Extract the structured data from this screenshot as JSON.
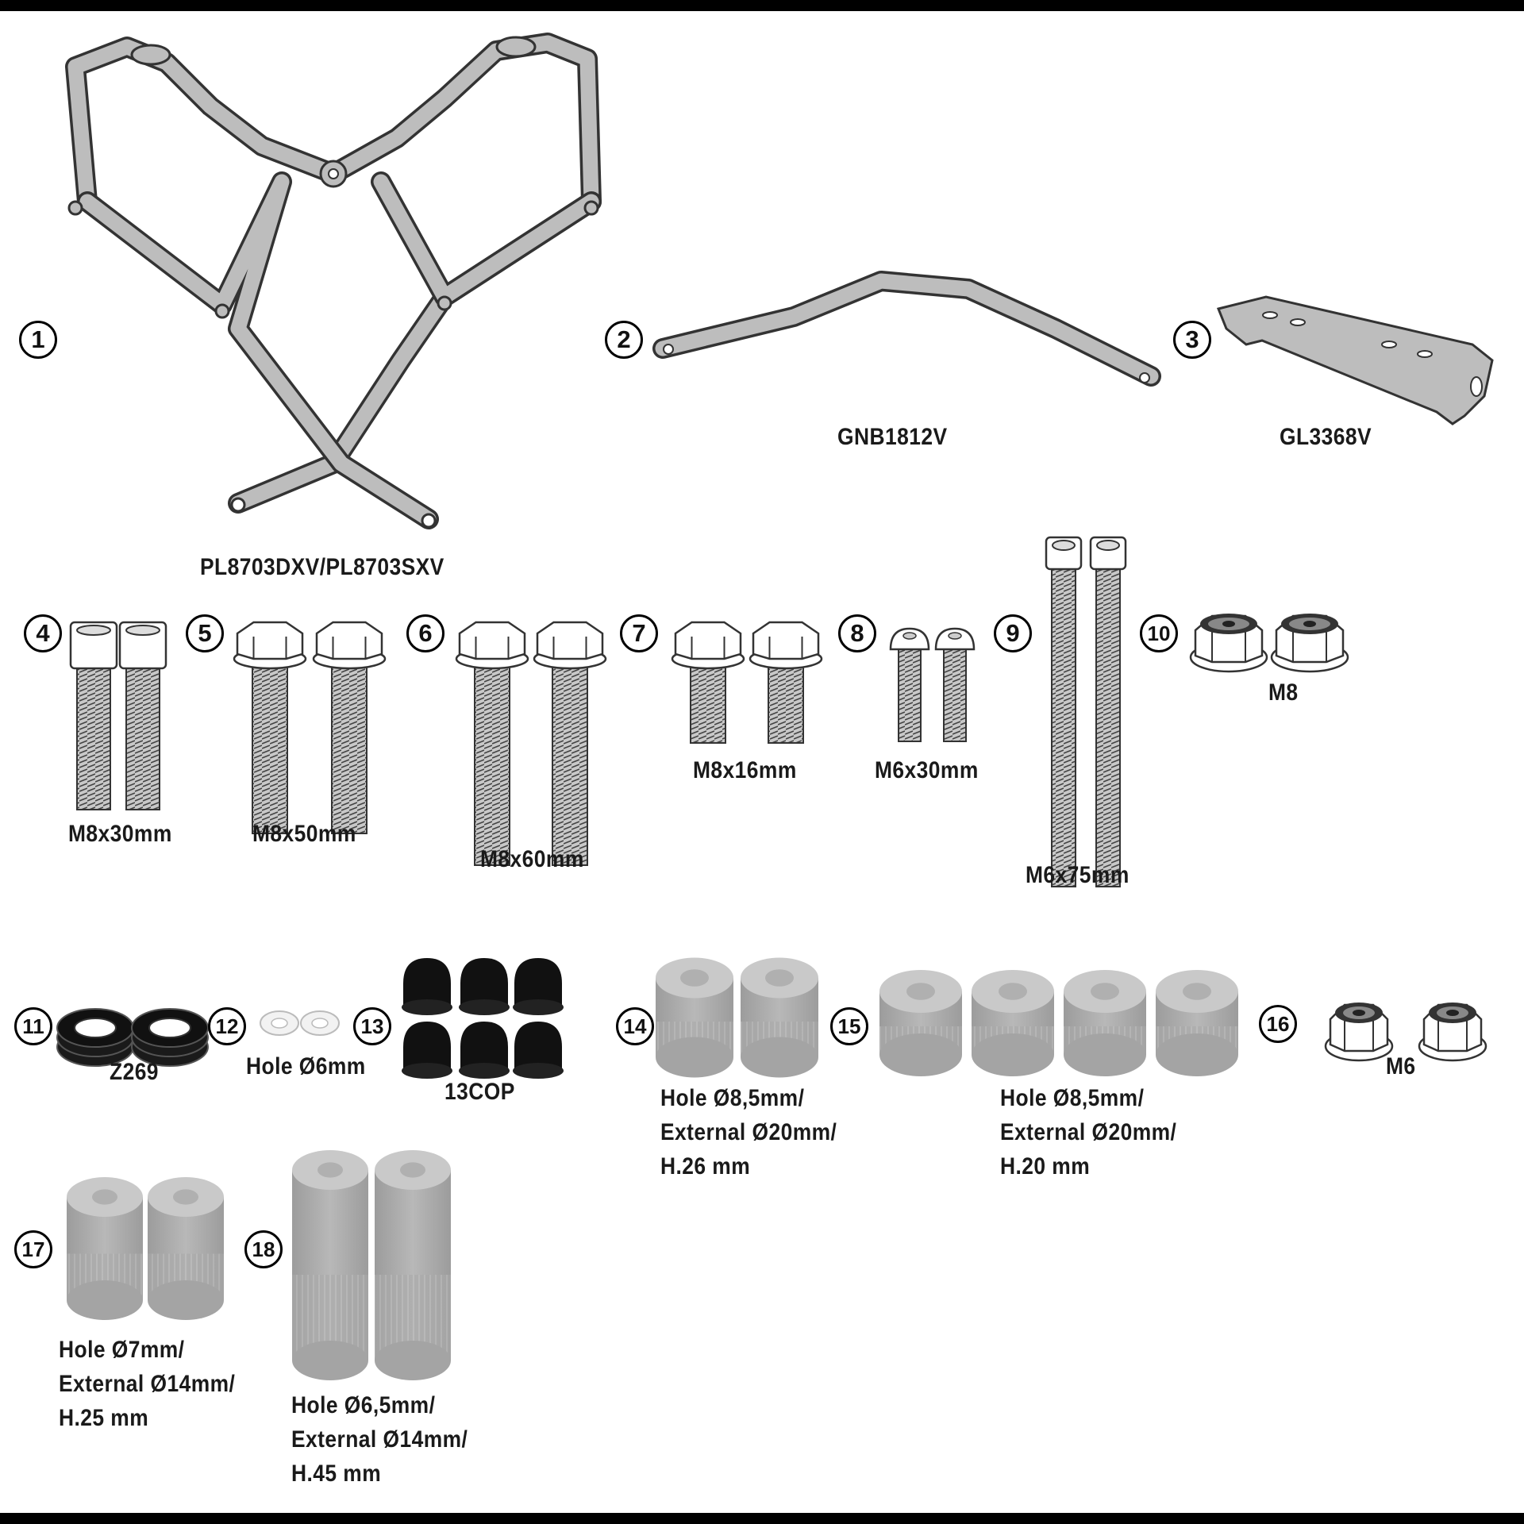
{
  "parts": [
    {
      "num": "1",
      "label": "PL8703DXV/PL8703SXV"
    },
    {
      "num": "2",
      "label": "GNB1812V"
    },
    {
      "num": "3",
      "label": "GL3368V"
    },
    {
      "num": "4",
      "label": "M8x30mm"
    },
    {
      "num": "5",
      "label": "M8x50mm"
    },
    {
      "num": "6",
      "label": "M8x60mm"
    },
    {
      "num": "7",
      "label": "M8x16mm"
    },
    {
      "num": "8",
      "label": "M6x30mm"
    },
    {
      "num": "9",
      "label": "M6x75mm"
    },
    {
      "num": "10",
      "label": "M8"
    },
    {
      "num": "11",
      "label": "Z269"
    },
    {
      "num": "12",
      "label": "Hole Ø6mm"
    },
    {
      "num": "13",
      "label": "13COP"
    },
    {
      "num": "14",
      "label": "Hole Ø8,5mm/\nExternal Ø20mm/\nH.26 mm"
    },
    {
      "num": "15",
      "label": "Hole Ø8,5mm/\nExternal Ø20mm/\nH.20 mm"
    },
    {
      "num": "16",
      "label": "M6"
    },
    {
      "num": "17",
      "label": "Hole Ø7mm/\nExternal Ø14mm/\nH.25 mm"
    },
    {
      "num": "18",
      "label": "Hole Ø6,5mm/\nExternal Ø14mm/\nH.45 mm"
    }
  ],
  "colors": {
    "metal": "#bdbdbd",
    "outline": "#333333",
    "rubber": "#111111",
    "frame": "#000000"
  }
}
